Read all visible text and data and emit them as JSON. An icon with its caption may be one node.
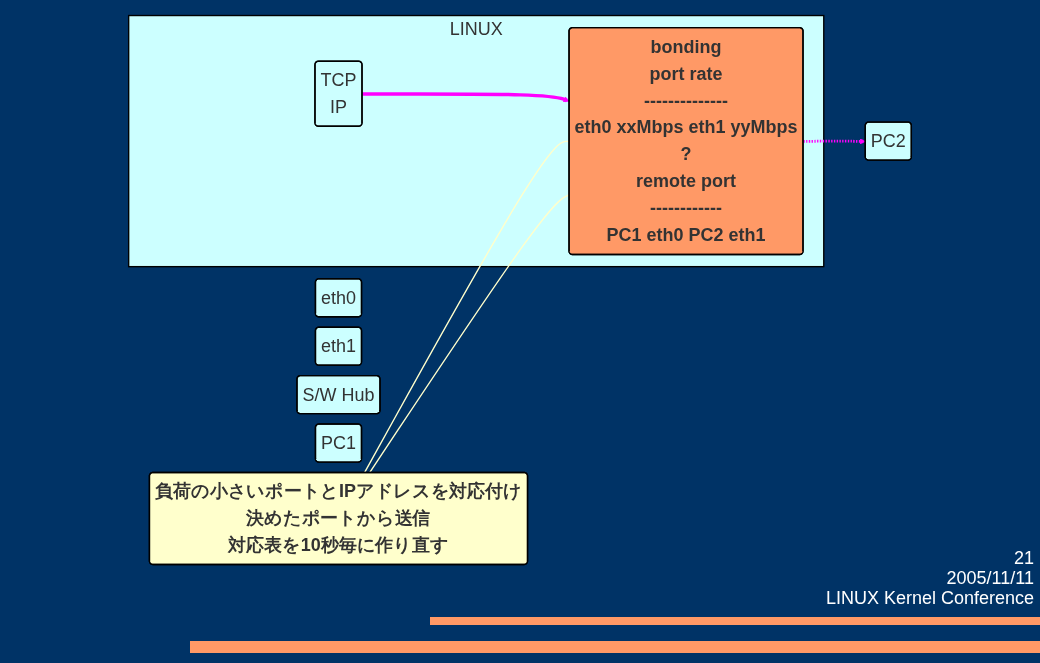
{
  "diagram": {
    "nodes": [
      {
        "text": [
          "LINUX"
        ]
      },
      {
        "text": [
          "TCP",
          "IP"
        ],
        "in": 0
      },
      {
        "text": [
          "bonding",
          "port rate",
          "--------------",
          "eth0 xxMbps eth1 yyMbps",
          "?",
          "remote port",
          "------------",
          "PC1 eth0 PC2 eth1"
        ],
        "in": 0
      },
      {
        "text": [
          "eth0"
        ]
      },
      {
        "text": [
          "eth1"
        ]
      },
      {
        "text": [
          "S/W Hub"
        ]
      },
      {
        "text": [
          "PC1"
        ]
      },
      {
        "text": [
          "PC2"
        ]
      },
      {
        "text": [
          "負荷の小さいポートとIPアドレスを対応付け",
          "決めたポートから送信",
          "対応表を10秒毎に作り直す"
        ]
      }
    ],
    "edges": [
      {
        "from": 1,
        "to": 2,
        "arrow": "to",
        "style": "thick",
        "color": "#ff00ff"
      },
      {
        "from": 2,
        "to": 7,
        "arrow": "to",
        "style": "dashed",
        "color": "#ff00ff"
      },
      {
        "from": 8,
        "to": 2,
        "arrow": "none",
        "color": "#ffffcc"
      },
      {
        "from": 8,
        "to": 2,
        "arrow": "none",
        "color": "#ffffcc"
      }
    ],
    "labels": [
      "21",
      "2005/11/11",
      "LINUX Kernel Conference"
    ]
  }
}
